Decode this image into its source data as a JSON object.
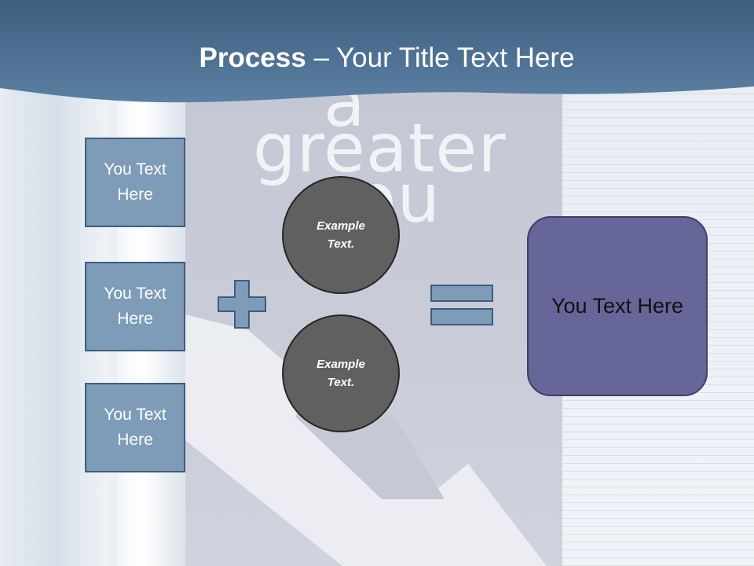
{
  "title": {
    "bold_part": "Process",
    "regular_part": " – Your Title Text Here"
  },
  "background": {
    "words": [
      "a",
      "greater",
      "you"
    ]
  },
  "left_boxes": [
    {
      "text": "You Text Here"
    },
    {
      "text": "You Text Here"
    },
    {
      "text": "You Text Here"
    }
  ],
  "operators": {
    "plus": "plus-icon",
    "equals": "equals-icon"
  },
  "circles": [
    {
      "text": "Example Text."
    },
    {
      "text": "Example Text."
    }
  ],
  "result_box": {
    "text": "You Text Here"
  },
  "colors": {
    "header": "#4f7394",
    "box_fill": "#7e9cb7",
    "box_border": "#3e5d7e",
    "circle_fill": "#606060",
    "result_fill": "#666699"
  }
}
